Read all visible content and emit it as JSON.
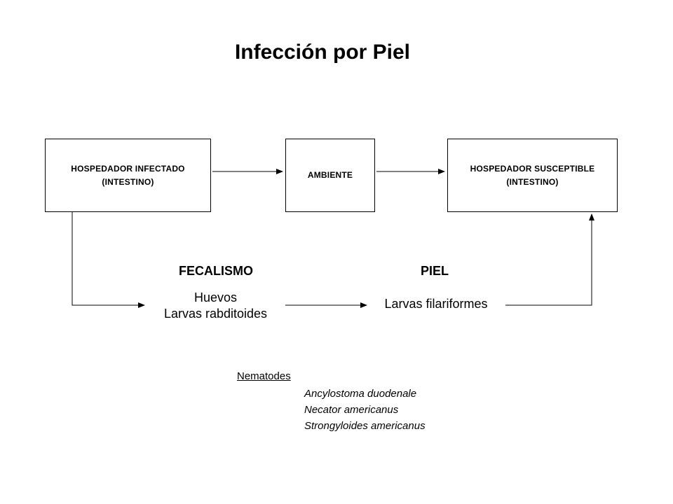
{
  "title": "Infección por Piel",
  "nodes": {
    "infected_host": {
      "line1": "HOSPEDADOR INFECTADO",
      "line2": "(INTESTINO)"
    },
    "environment": {
      "line1": "AMBIENTE"
    },
    "susceptible_host": {
      "line1": "HOSPEDADOR SUSCEPTIBLE",
      "line2": "(INTESTINO)"
    }
  },
  "routes": {
    "fecalism": "FECALISMO",
    "skin": "PIEL"
  },
  "stages": {
    "eggs": "Huevos",
    "rhabditoid": "Larvas rabditoides",
    "filariform": "Larvas filariformes"
  },
  "nematodes": {
    "title": "Nematodes",
    "species": [
      "Ancylostoma duodenale",
      "Necator americanus",
      "Strongyloides americanus"
    ]
  }
}
